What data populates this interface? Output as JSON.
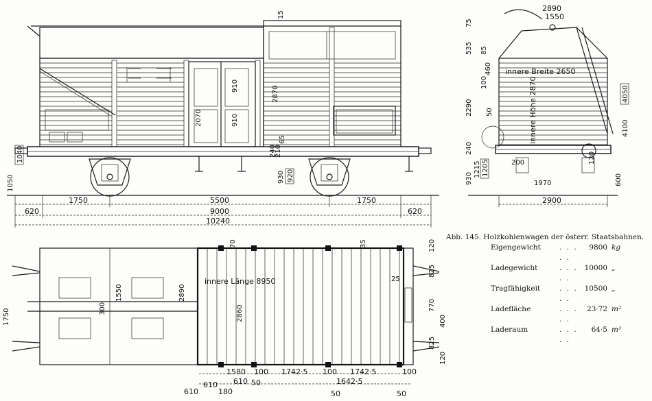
{
  "caption": {
    "title": "Abb. 145. Holzkohlenwagen der österr. Staatsbahnen.",
    "specs": [
      {
        "label": "Eigengewicht",
        "value": "9800",
        "unit": "kg"
      },
      {
        "label": "Ladegewicht",
        "value": "10000",
        "unit": "„"
      },
      {
        "label": "Tragfähigkeit",
        "value": "10500",
        "unit": "„"
      },
      {
        "label": "Ladefläche",
        "value": "23·72",
        "unit": "m²"
      },
      {
        "label": "Laderaum",
        "value": "64·5",
        "unit": "m³"
      }
    ]
  },
  "side_view": {
    "labels": {
      "d_15": "15",
      "d_2870": "2870",
      "d_2070": "2070",
      "d_910": "910",
      "d_910b": "910",
      "d_210": "210",
      "d_240": "240",
      "d_65": "65",
      "d_930": "930",
      "d_920": "920",
      "d_1050": "1050",
      "d_1040": "1040"
    },
    "dimensions": {
      "left_overhang": "620",
      "wheelbase_l": "1750",
      "center": "5500",
      "wheelbase_r": "1750",
      "right_overhang": "620",
      "inner": "9000",
      "overall": "10240"
    }
  },
  "end_view": {
    "labels": {
      "inner_width": "innere Breite 2650",
      "inner_height": "innere Höhe 2870",
      "d_2890": "2890",
      "d_1550": "1550",
      "d_75": "75",
      "d_535": "535",
      "d_2290": "2290",
      "d_240": "240",
      "d_930": "930",
      "d_1215": "1215",
      "d_1205": "1205",
      "d_2870": "2870",
      "d_4050": "4050",
      "d_4100": "4100",
      "d_600": "600",
      "d_1970": "1970",
      "d_2900": "2900",
      "d_200": "200",
      "d_120": "120",
      "d_85": "85",
      "d_460": "460",
      "d_100": "100",
      "d_50": "50"
    }
  },
  "plan_view": {
    "labels": {
      "inner_length": "innere Länge 8950",
      "d_2860": "2860",
      "d_2890": "2890",
      "d_1550": "1550",
      "d_300": "300",
      "d_1750": "1750",
      "d_70": "70",
      "d_35": "35",
      "d_25": "25",
      "d_120a": "120",
      "d_825a": "825",
      "d_770": "770",
      "d_400": "400",
      "d_825b": "825",
      "d_120b": "120",
      "d_1580": "1580",
      "d_610": "610",
      "d_610b": "610",
      "d_100a": "100",
      "d_1742a": "1742·5",
      "d_100b": "100",
      "d_1742b": "1742·5",
      "d_100c": "100",
      "d_1642": "1642·5",
      "d_50a": "50",
      "d_50b": "50",
      "d_50c": "50",
      "d_180": "180",
      "d_610c": "610"
    }
  }
}
